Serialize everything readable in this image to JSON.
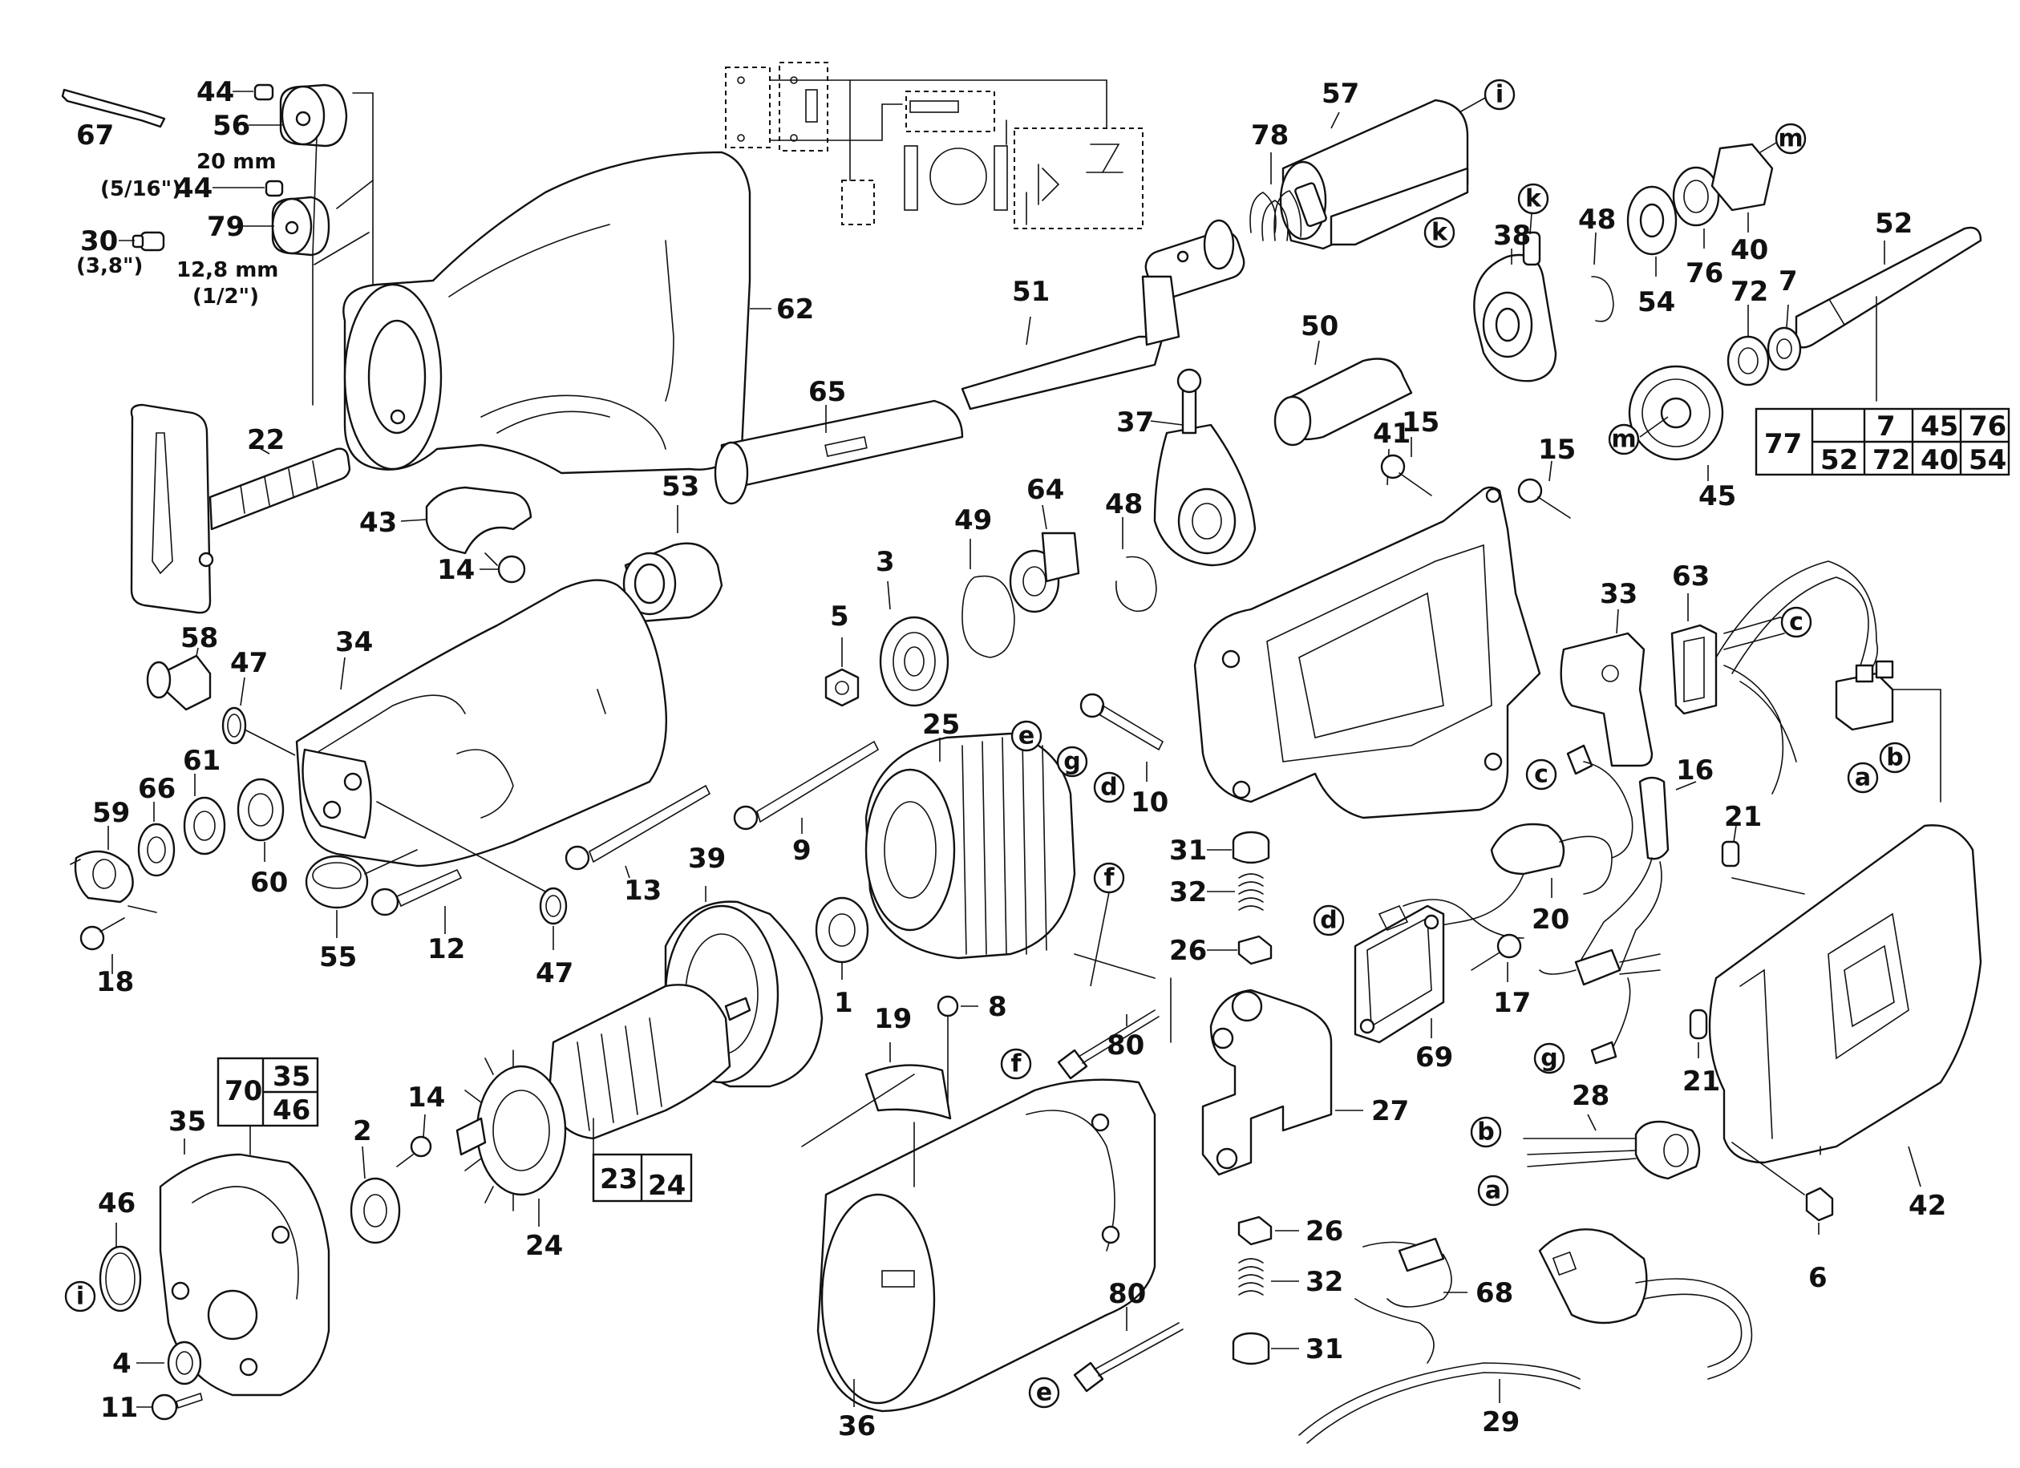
{
  "sizes": {
    "size_20mm": "20 mm",
    "size_5_16": "(5/16\")",
    "size_3_8": "(3,8\")",
    "size_12_8mm": "12,8 mm",
    "size_1_2": "(1/2\")"
  },
  "part_numbers": {
    "p67": "67",
    "p44a": "44",
    "p56": "56",
    "p44b": "44",
    "p79": "79",
    "p30": "30",
    "p62": "62",
    "p22": "22",
    "p43": "43",
    "p14a": "14",
    "p65": "65",
    "p51": "51",
    "p53": "53",
    "p57": "57",
    "p78": "78",
    "p38": "38",
    "p48a": "48",
    "p54": "54",
    "p76": "76",
    "p40": "40",
    "p52": "52",
    "p72": "72",
    "p7": "7",
    "p45": "45",
    "p50": "50",
    "p37": "37",
    "p15a": "15",
    "p41": "41",
    "p15b": "15",
    "p3": "3",
    "p5": "5",
    "p49": "49",
    "p64": "64",
    "p48b": "48",
    "p58": "58",
    "p47a": "47",
    "p34": "34",
    "p66": "66",
    "p61": "61",
    "p59": "59",
    "p60": "60",
    "p18": "18",
    "p55": "55",
    "p12": "12",
    "p47b": "47",
    "p13": "13",
    "p9": "9",
    "p25": "25",
    "p10": "10",
    "p33": "33",
    "p63": "63",
    "p16": "16",
    "p21a": "21",
    "p31a": "31",
    "p32a": "32",
    "p26a": "26",
    "p20": "20",
    "p17": "17",
    "p69": "69",
    "p39": "39",
    "p1": "1",
    "p8": "8",
    "p80a": "80",
    "p19": "19",
    "p27": "27",
    "p14b": "14",
    "p35": "35",
    "p46": "46",
    "p2": "2",
    "p24": "24",
    "p4": "4",
    "p11": "11",
    "p36": "36",
    "p26b": "26",
    "p32b": "32",
    "p31b": "31",
    "p80b": "80",
    "p68": "68",
    "p29": "29",
    "p28": "28",
    "p42": "42",
    "p6": "6",
    "p21b": "21"
  },
  "callout_letters": {
    "i_top": "i",
    "k_top": "k",
    "k_mid": "k",
    "m_top": "m",
    "m_mid": "m",
    "c_top": "c",
    "c_mid": "c",
    "a_top": "a",
    "b_top": "b",
    "e_top": "e",
    "g_top": "g",
    "d_top": "d",
    "f_top": "f",
    "d_mid": "d",
    "g_mid": "g",
    "f_mid": "f",
    "b_low": "b",
    "a_low": "a",
    "i_low": "i",
    "e_low": "e"
  },
  "kit_table_77": {
    "header": "77",
    "row1": [
      "7",
      "45",
      "76"
    ],
    "row2": [
      "52",
      "72",
      "40",
      "54"
    ]
  },
  "kit_table_70": {
    "header": "70",
    "top": "35",
    "bottom": "46"
  },
  "kit_table_23": {
    "left": "23",
    "right": "24"
  }
}
